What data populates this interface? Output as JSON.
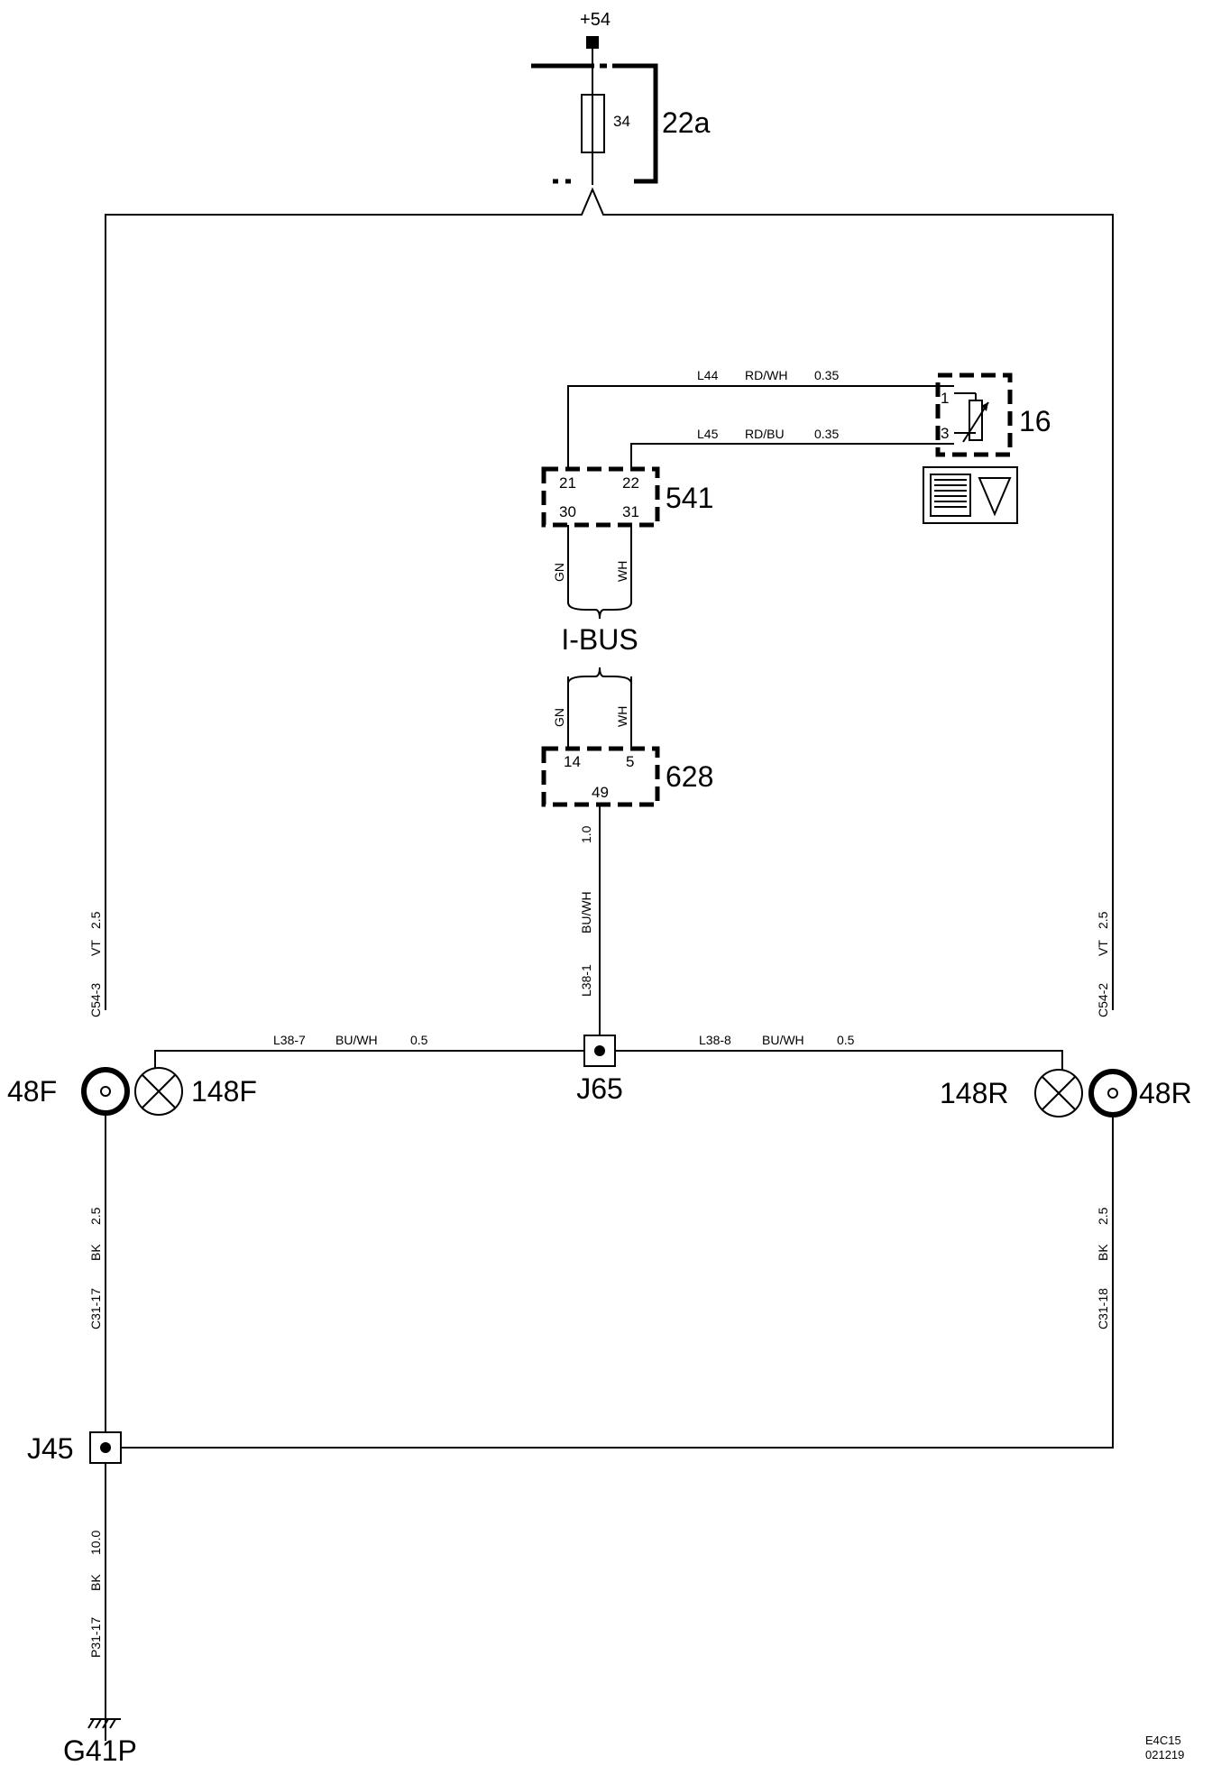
{
  "supply": {
    "label": "+54"
  },
  "fuse_box": {
    "id": "22a",
    "fuse": "34"
  },
  "sensor": {
    "id": "16",
    "pin_1": "1",
    "pin_3": "3"
  },
  "wires": {
    "l44": {
      "id": "L44",
      "color": "RD/WH",
      "size": "0.35"
    },
    "l45": {
      "id": "L45",
      "color": "RD/BU",
      "size": "0.35"
    },
    "gn_upper": "GN",
    "wh_upper": "WH",
    "gn_lower": "GN",
    "wh_lower": "WH",
    "l38_1": {
      "id": "L38-1",
      "color": "BU/WH",
      "size": "1.0"
    },
    "l38_7": {
      "id": "L38-7",
      "color": "BU/WH",
      "size": "0.5"
    },
    "l38_8": {
      "id": "L38-8",
      "color": "BU/WH",
      "size": "0.5"
    },
    "c54_3": {
      "id": "C54-3",
      "color": "VT",
      "size": "2.5"
    },
    "c54_2": {
      "id": "C54-2",
      "color": "VT",
      "size": "2.5"
    },
    "c31_17": {
      "id": "C31-17",
      "color": "BK",
      "size": "2.5"
    },
    "c31_18": {
      "id": "C31-18",
      "color": "BK",
      "size": "2.5"
    },
    "p31_17": {
      "id": "P31-17",
      "color": "BK",
      "size": "10.0"
    }
  },
  "module_541": {
    "id": "541",
    "pins": [
      "21",
      "22",
      "30",
      "31"
    ]
  },
  "bus": {
    "label": "I-BUS"
  },
  "module_628": {
    "id": "628",
    "pins": [
      "14",
      "5",
      "49"
    ]
  },
  "junctions": {
    "j65": "J65",
    "j45": "J45"
  },
  "components": {
    "lamp_front": "148F",
    "lamp_rear": "148R",
    "conn_front": "48F",
    "conn_rear": "48R"
  },
  "ground": {
    "label": "G41P"
  },
  "footer": {
    "code": "E4C15",
    "date": "021219"
  }
}
